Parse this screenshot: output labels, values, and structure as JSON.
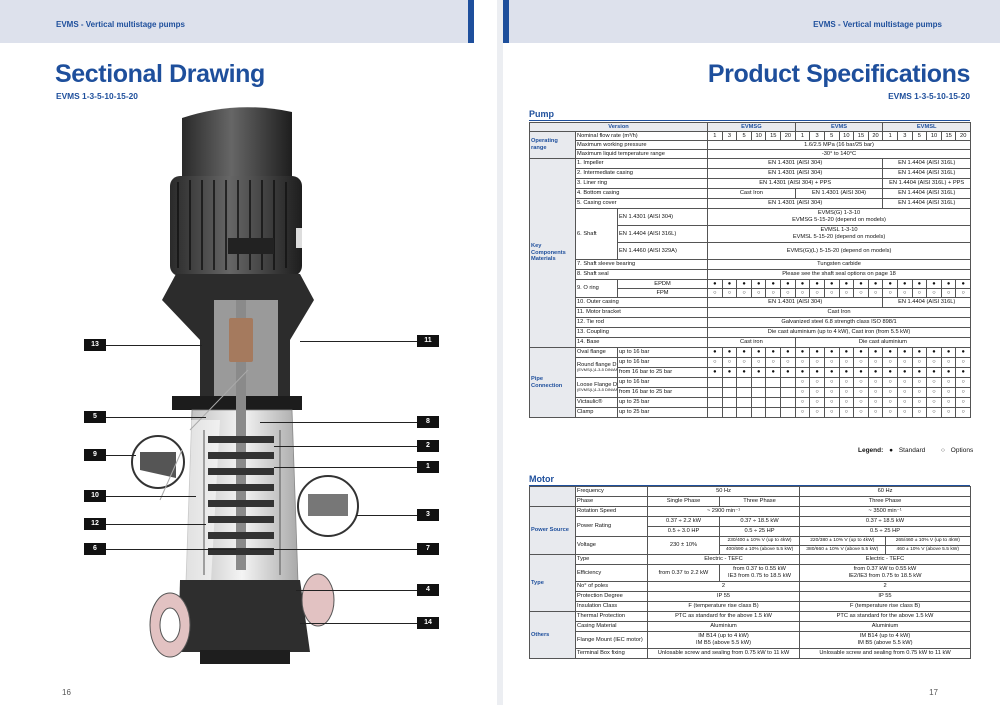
{
  "left": {
    "header": "EVMS - Vertical multistage pumps",
    "title": "Sectional Drawing",
    "subtitle": "EVMS 1-3-5-10-15-20",
    "page": "16",
    "callouts": [
      {
        "label": "13"
      },
      {
        "label": "11"
      },
      {
        "label": "5"
      },
      {
        "label": "8"
      },
      {
        "label": "2"
      },
      {
        "label": "9"
      },
      {
        "label": "1"
      },
      {
        "label": "10"
      },
      {
        "label": "3"
      },
      {
        "label": "12"
      },
      {
        "label": "6"
      },
      {
        "label": "7"
      },
      {
        "label": "4"
      },
      {
        "label": "14"
      }
    ]
  },
  "right": {
    "header": "EVMS - Vertical multistage pumps",
    "title": "Product Specifications",
    "subtitle": "EVMS 1-3-5-10-15-20",
    "page": "17",
    "pump_title": "Pump",
    "pump": {
      "head": {
        "version": "Version",
        "evmsg": "EVMSG",
        "evms": "EVMS",
        "evmsl": "EVMSL"
      },
      "flow_label": "Nominal flow rate (m³/h)",
      "sizes": [
        "1",
        "3",
        "5",
        "10",
        "15",
        "20"
      ],
      "op": {
        "group": "Operating range",
        "rows": [
          {
            "label": "Maximum working pressure",
            "val": "1.6/2.5 MPa (16 bar/25 bar)"
          },
          {
            "label": "Maximum liquid temperature range",
            "val": "-30° to 140°C"
          }
        ]
      },
      "key_group": "Key Components Materials",
      "impeller": {
        "label": "1. Impeller",
        "a": "EN 1.4301 (AISI 304)",
        "b": "EN 1.4404 (AISI 316L)"
      },
      "intermediate": {
        "label": "2. Intermediate casing",
        "a": "EN 1.4301 (AISI 304)",
        "b": "EN 1.4404 (AISI 316L)"
      },
      "liner": {
        "label": "3. Liner ring",
        "a": "EN 1.4301 (AISI 304) + PPS",
        "b": "EN 1.4404 (AISI 316L) + PPS"
      },
      "bottom": {
        "label": "4. Bottom casing",
        "a": "Cast Iron",
        "b": "EN 1.4301 (AISI 304)",
        "c": "EN 1.4404 (AISI 316L)"
      },
      "cover": {
        "label": "5. Casing cover",
        "a": "EN 1.4301 (AISI 304)",
        "b": "EN 1.4404 (AISI 316L)"
      },
      "shaft": {
        "label": "6. Shaft",
        "r1m": "EN 1.4301 (AISI 304)",
        "r1a": "EVMS(G) 1-3-10",
        "r1b": "EVMSG 5-15-20 (depend on models)",
        "r2m": "EN 1.4404 (AISI 316L)",
        "r2a": "EVMSL 1-3-10",
        "r2b": "EVMSL 5-15-20 (depend on models)",
        "r3m": "EN 1.4460 (AISI 329A)",
        "r3a": "EVMS(G)(L) 5-15-20 (depend on models)"
      },
      "sleeve": {
        "label": "7. Shaft sleeve bearing",
        "val": "Tungsten carbide"
      },
      "seal": {
        "label": "8. Shaft seal",
        "val": "Please see the shaft seal options on page 18"
      },
      "oring": {
        "label": "9. O ring",
        "r1": "EPDM",
        "r2": "FPM"
      },
      "outer": {
        "label": "10. Outer casing",
        "a": "EN 1.4301 (AISI 304)",
        "b": "EN 1.4404 (AISI 316L)"
      },
      "bracket": {
        "label": "11. Motor bracket",
        "val": "Cast Iron"
      },
      "tierod": {
        "label": "12. Tie rod",
        "val": "Galvanized steel 6.8 strength class ISO 898/1"
      },
      "coupling": {
        "label": "13. Coupling",
        "val": "Die cast aluminium (up to 4 kW), Cast iron (from 5.5 kW)"
      },
      "base": {
        "label": "14. Base",
        "a": "Cast iron",
        "b": "Die cast aluminium"
      },
      "pipe_group": "Pipe Connection",
      "oval": {
        "label": "Oval flange",
        "p": "up to 16 bar"
      },
      "round": {
        "label": "Round flange DIN",
        "note": "(EVMS(L)1-3-5 DIN/ANSI)",
        "p1": "up to 16 bar",
        "p2": "from 16 bar to 25 bar"
      },
      "loose": {
        "label": "Loose Flange DIN",
        "note": "(EVMS(L)1-3-5 DIN/ANSI)",
        "p1": "up to 16 bar",
        "p2": "from 16 bar to 25 bar"
      },
      "victaulic": {
        "label": "Victaulic®",
        "p": "up to 25 bar"
      },
      "clamp": {
        "label": "Clamp",
        "p": "up to 25 bar"
      }
    },
    "legend": {
      "title": "Legend:",
      "standard": "Standard",
      "options": "Options"
    },
    "motor_title": "Motor",
    "motor": {
      "freq": {
        "label": "Frequency",
        "a": "50 Hz",
        "b": "60 Hz"
      },
      "phase": {
        "label": "Phase",
        "a1": "Single Phase",
        "a2": "Three Phase",
        "b": "Three Phase"
      },
      "power_group": "Power Source",
      "rot": {
        "label": "Rotation Speed",
        "a": "~ 2900 min⁻¹",
        "b": "~ 3500 min⁻¹"
      },
      "rating": {
        "label": "Power Rating",
        "a1": "0.37 ÷ 2.2  kW",
        "a2": "0.37 ÷ 18.5  kW",
        "b": "0.37 ÷ 18.5  kW",
        "a3": "0.5 ÷ 3.0  HP",
        "a4": "0.5 ÷ 25  HP",
        "b2": "0.5 ÷ 25  HP"
      },
      "voltage": {
        "label": "Voltage",
        "a1": "230 ± 10%",
        "a2": "230/400 ± 10% V (up to 4kW)",
        "a3": "400/690 ± 10% (above 5.5 kW)",
        "b1": "220/380 ± 10% V (up to 4kW)",
        "b2": "380/660 ± 10% V (above 5.5 kW)",
        "c1": "265/460 ± 10% V (up to 4kW)",
        "c2": "460 ± 10% V (above 5.5 kW)"
      },
      "type_group": "Type",
      "type": {
        "label": "Type",
        "a": "Electric - TEFC",
        "b": "Electric - TEFC"
      },
      "eff": {
        "label": "Efficiency",
        "a1": "from 0.37 to 2.2  kW",
        "a2": "from 0.37 to 0.55  kW",
        "a3": "IE3 from 0.75 to 18.5 kW",
        "b1": "from 0.37 kW to 0.55 kW",
        "b2": "IE2/IE3 from 0.75 to 18.5 kW"
      },
      "poles": {
        "label": "No° of poles",
        "a": "2",
        "b": "2"
      },
      "prot": {
        "label": "Protection Degree",
        "a": "IP 55",
        "b": "IP 55"
      },
      "ins": {
        "label": "Insulation Class",
        "a": "F (temperature rise class B)",
        "b": "F (temperature rise class B)"
      },
      "others_group": "Others",
      "therm": {
        "label": "Thermal Protection",
        "a": "PTC as standard for the above 1.5 kW",
        "b": "PTC as standard for the above 1.5 kW"
      },
      "mat": {
        "label": "Casing Material",
        "a": "Aluminium",
        "b": "Aluminium"
      },
      "flange": {
        "label": "Flange Mount (IEC motor)",
        "a1": "IM B14 (up to 4 kW)",
        "a2": "IM B5 (above 5.5 kW)",
        "b1": "IM B14 (up to 4 kW)",
        "b2": "IM B5 (above 5.5 kW)"
      },
      "term": {
        "label": "Terminal Box fixing",
        "a": "Unlosable screw and sealing from 0.75 kW to 11 kW",
        "b": "Unlosable screw and sealing from 0.75 kW to 11 kW"
      }
    }
  }
}
